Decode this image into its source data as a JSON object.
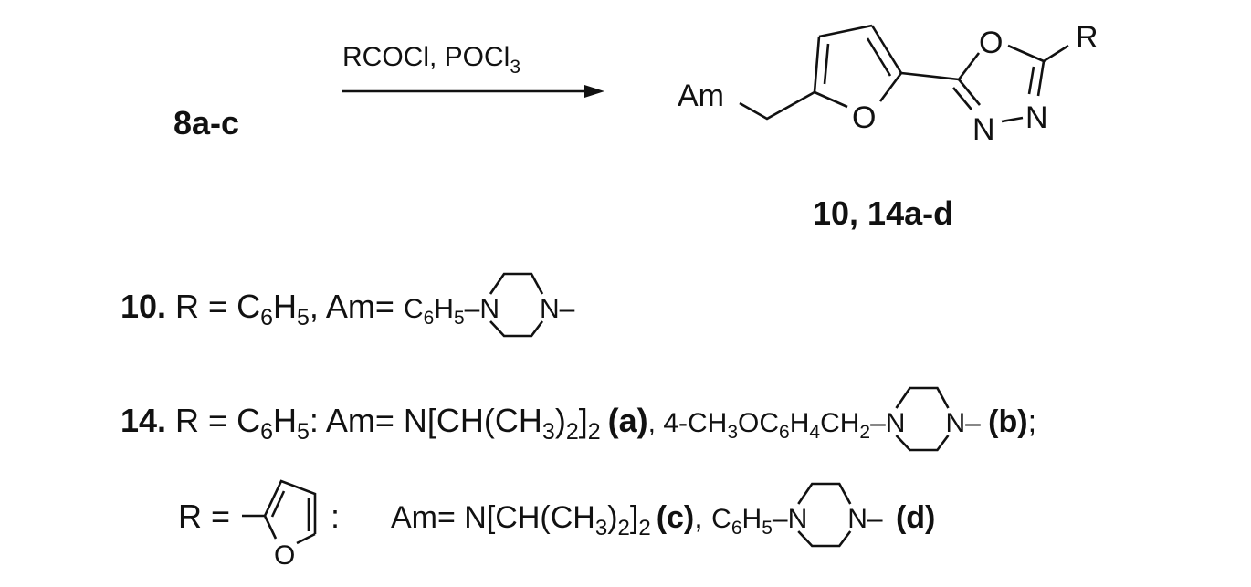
{
  "reactant": "8a-c",
  "reagents": {
    "main": "RCOCl, POCl",
    "sub": "3"
  },
  "product": {
    "label": "10, 14a-d",
    "am": "Am",
    "r": "R",
    "o": "O",
    "n": "N"
  },
  "line10": {
    "num": "10.",
    "r": "R = C",
    "r_sub1": "6",
    "r_mid": "H",
    "r_sub2": "5",
    "am": ", Am=",
    "ph": "C",
    "ph_sub1": "6",
    "ph_mid": "H",
    "ph_sub2": "5",
    "dash": "–N",
    "n2": "N–"
  },
  "line14": {
    "num": "14.",
    "r": "R = C",
    "r_sub1": "6",
    "r_mid": "H",
    "r_sub2": "5",
    "am": ": Am= N[CH(CH",
    "s3": "3",
    "close": ")",
    "s2": "2",
    "close2": "]",
    "s2b": "2",
    "a": "(a)",
    "after_a": ",  4-CH",
    "m3": "3",
    "oc": "OC",
    "m6": "6",
    "h": "H",
    "m4": "4",
    "ch": "CH",
    "m2": "2",
    "dash": "–N",
    "n2": "N– ",
    "b": "(b)",
    "semi": ";"
  },
  "line3": {
    "r": "R =",
    "o": "O",
    "colon": ":",
    "am": "Am= N[CH(CH",
    "s3": "3",
    "close": ")",
    "s2": "2",
    "close2": "]",
    "s2b": "2",
    "c": "(c)",
    "comma": ", ",
    "ph": "C",
    "ph_sub1": "6",
    "ph_mid": "H",
    "ph_sub2": "5",
    "dash": "–N",
    "n2": "N– ",
    "d": "(d)"
  }
}
